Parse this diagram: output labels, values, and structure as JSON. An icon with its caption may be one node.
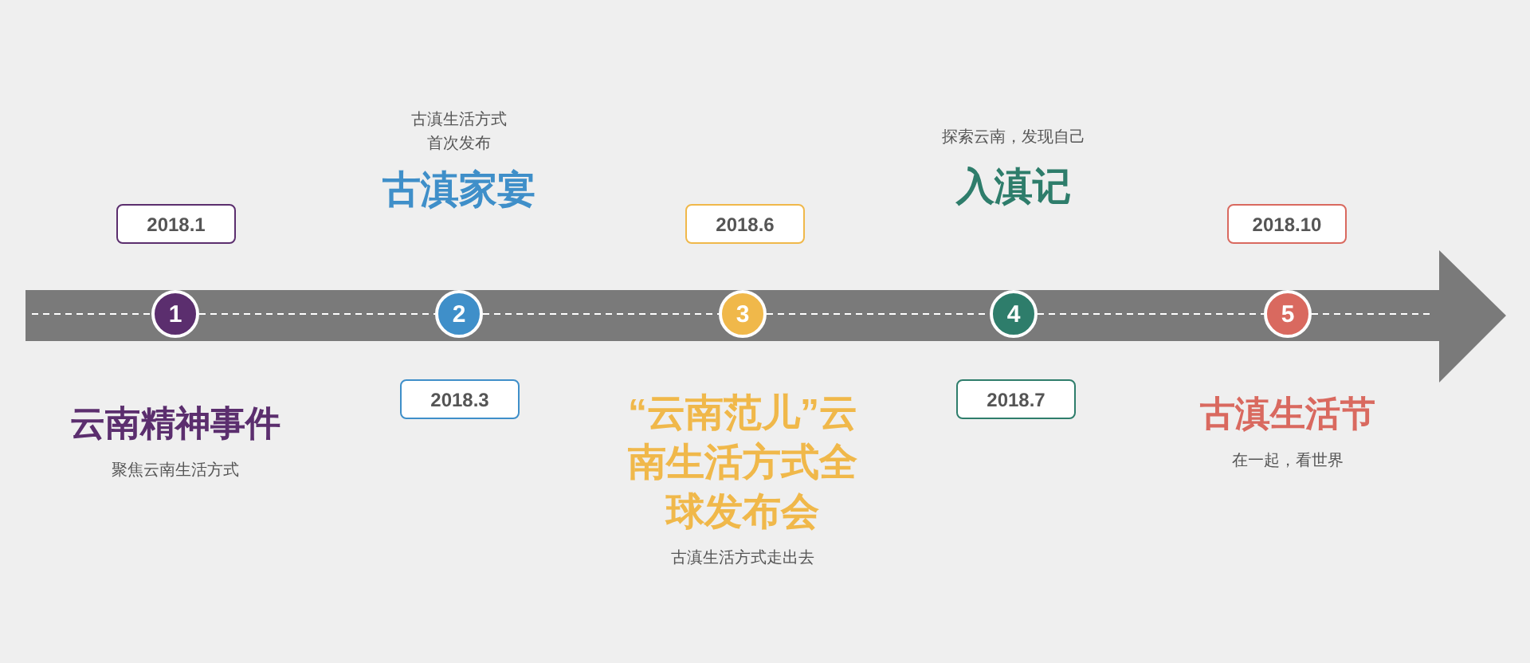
{
  "diagram": {
    "nodes": [
      {
        "text": [],
        "shape": "arrow"
      },
      {
        "text": [
          "1"
        ],
        "in": 0,
        "beside": [
          "云南精神事件",
          "聚焦云南生活方式"
        ]
      },
      {
        "text": [
          "2018.1"
        ]
      },
      {
        "text": [
          "2"
        ],
        "in": 0,
        "beside": [
          "古滇生活方式首次发布",
          "古滇家宴"
        ]
      },
      {
        "text": [
          "2018.3"
        ]
      },
      {
        "text": [
          "3"
        ],
        "in": 0,
        "beside": [
          "“云南范儿”云南生活方式全球发布会",
          "古滇生活方式走出去"
        ]
      },
      {
        "text": [
          "2018.6"
        ]
      },
      {
        "text": [
          "4"
        ],
        "in": 0,
        "beside": [
          "探索云南，发现自己",
          "入滇记"
        ]
      },
      {
        "text": [
          "2018.7"
        ]
      },
      {
        "text": [
          "5"
        ],
        "in": 0,
        "beside": [
          "古滇生活节",
          "在一起，看世界"
        ]
      },
      {
        "text": [
          "2018.10"
        ]
      }
    ],
    "edges": [
      {
        "from": 1,
        "to": 3,
        "arrow": "none",
        "style": "dashed"
      },
      {
        "from": 3,
        "to": 5,
        "arrow": "none",
        "style": "dashed"
      },
      {
        "from": 5,
        "to": 7,
        "arrow": "none",
        "style": "dashed"
      },
      {
        "from": 7,
        "to": 9,
        "arrow": "none",
        "style": "dashed"
      }
    ]
  }
}
